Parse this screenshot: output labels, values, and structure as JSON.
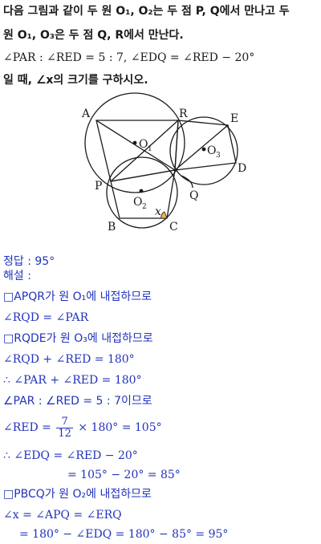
{
  "question": {
    "line1": "다음 그림과 같이 두 원 O₁, O₂는 두 점 P, Q에서 만나고 두",
    "line2": "원 O₁, O₃은 두 점 Q, R에서 만난다.",
    "line3": "∠PAR : ∠RED = 5 : 7, ∠EDQ = ∠RED − 20°",
    "line4": "일 때, ∠x의 크기를 구하시오."
  },
  "figure": {
    "labels": {
      "A": "A",
      "R": "R",
      "E": "E",
      "P": "P",
      "D": "D",
      "Q": "Q",
      "B": "B",
      "C": "C",
      "x": "x",
      "O1": "O",
      "O1_sub": "1",
      "O2": "O",
      "O2_sub": "2",
      "O3": "O",
      "O3_sub": "3"
    },
    "stroke_color": "#1a1a1a",
    "angle_fill": "#f2b54a"
  },
  "answer": {
    "label": "정답 : 95°",
    "explanation_label": "해설 :"
  },
  "solution": [
    "□APQR가 원 O₁에 내접하므로",
    "∠RQD = ∠PAR",
    "□RQDE가 원 O₃에 내접하므로",
    "∠RQD + ∠RED = 180°",
    "∴ ∠PAR + ∠RED = 180°",
    "∠PAR : ∠RED = 5 : 7이므로",
    "∠RED =",
    "7",
    "12",
    "× 180° = 105°",
    "∴ ∠EDQ = ∠RED − 20°",
    "= 105° − 20° = 85°",
    "□PBCQ가 원 O₂에 내접하므로",
    "∠x = ∠APQ = ∠ERQ",
    "= 180° − ∠EDQ = 180° − 85° = 95°"
  ],
  "colors": {
    "text": "#1a1a1a",
    "solution": "#2233bb",
    "angle": "#f2b54a"
  }
}
